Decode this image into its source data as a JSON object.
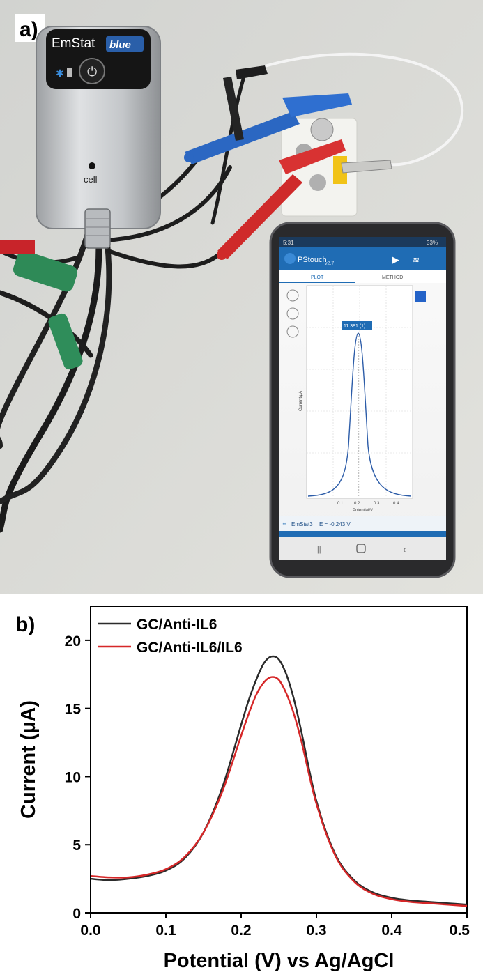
{
  "panel_a": {
    "label": "a)",
    "device": {
      "brand": "EmStat",
      "brand_suffix": "blue",
      "port_label": "cell"
    },
    "phone": {
      "status_time": "5:31",
      "battery": "33%",
      "app_name": "PStouch",
      "app_version": "v2.7",
      "tab_plot": "PLOT",
      "tab_method": "METHOD",
      "peak_label": "11.381 (1)",
      "y_axis_label": "Current/µA",
      "x_axis_label": "Potential/V",
      "x_ticks": [
        "0.1",
        "0.2",
        "0.3",
        "0.4"
      ],
      "footer_device": "EmStat3",
      "footer_reading": "E = -0.243 V"
    }
  },
  "panel_b": {
    "label": "b)"
  },
  "chart_data": {
    "type": "line",
    "title": "",
    "xlabel": "Potential (V) vs Ag/AgCl",
    "ylabel": "Current (µA)",
    "xlim": [
      0.0,
      0.5
    ],
    "ylim": [
      0,
      22.5
    ],
    "x_ticks": [
      "0.0",
      "0.1",
      "0.2",
      "0.3",
      "0.4",
      "0.5"
    ],
    "y_ticks": [
      "0",
      "5",
      "10",
      "15",
      "20"
    ],
    "grid": false,
    "legend_position": "top-left",
    "x": [
      0.0,
      0.025,
      0.05,
      0.075,
      0.1,
      0.125,
      0.15,
      0.175,
      0.2,
      0.21,
      0.22,
      0.23,
      0.24,
      0.25,
      0.26,
      0.27,
      0.28,
      0.3,
      0.325,
      0.35,
      0.375,
      0.4,
      0.425,
      0.45,
      0.475,
      0.5
    ],
    "series": [
      {
        "name": "GC/Anti-IL6",
        "color": "#2b2b2b",
        "values": [
          2.5,
          2.4,
          2.5,
          2.7,
          3.1,
          4.0,
          5.9,
          9.2,
          13.8,
          15.6,
          17.1,
          18.3,
          18.8,
          18.6,
          17.5,
          15.7,
          13.3,
          8.2,
          4.3,
          2.4,
          1.5,
          1.1,
          0.9,
          0.8,
          0.7,
          0.6
        ]
      },
      {
        "name": "GC/Anti-IL6/IL6",
        "color": "#d62728",
        "values": [
          2.7,
          2.6,
          2.6,
          2.8,
          3.2,
          4.1,
          5.9,
          8.9,
          13.0,
          14.6,
          16.0,
          16.9,
          17.3,
          17.1,
          16.1,
          14.6,
          12.6,
          8.0,
          4.2,
          2.3,
          1.4,
          1.0,
          0.8,
          0.7,
          0.6,
          0.5
        ]
      }
    ]
  }
}
